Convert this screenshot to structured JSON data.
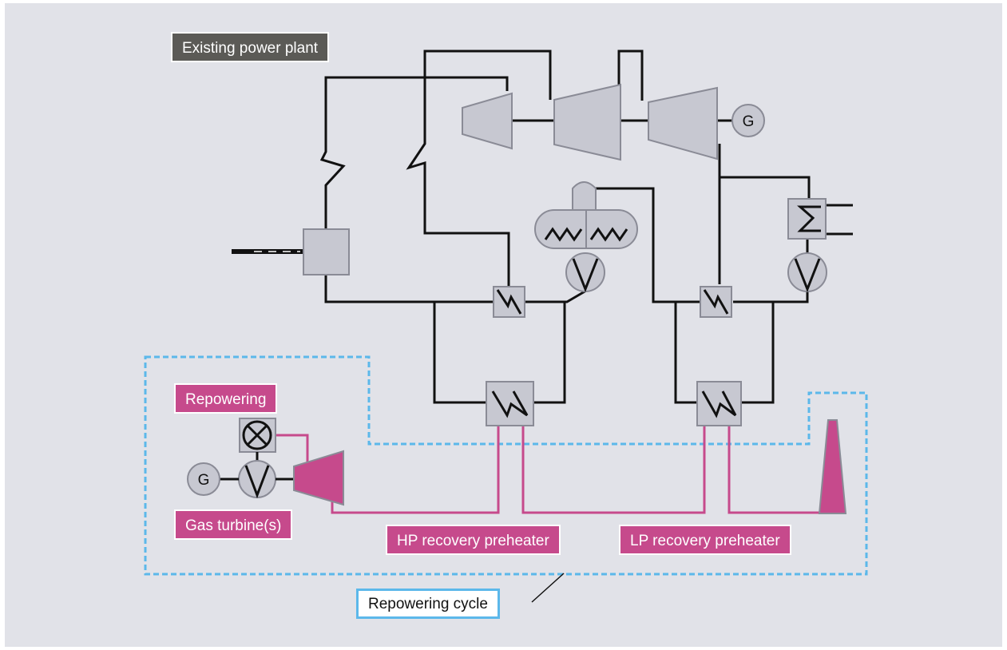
{
  "labels": {
    "existing_plant": "Existing power plant",
    "repowering": "Repowering",
    "gas_turbines": "Gas turbine(s)",
    "hp_preheater": "HP recovery preheater",
    "lp_preheater": "LP recovery preheater",
    "repowering_cycle": "Repowering cycle"
  },
  "generator_symbol": "G",
  "colors": {
    "background": "#e1e2e8",
    "component_fill": "#c7c8d1",
    "component_stroke": "#8a8b96",
    "pipe": "#111111",
    "repowering_pipe": "#c64a8c",
    "repowering_fill": "#c64a8c",
    "dashed_boundary": "#5cb8ea",
    "dark_label": "#5b5a56"
  },
  "icons": [
    "generator-icon",
    "turbine-icon",
    "pump-icon",
    "boiler-icon",
    "heat-exchanger-icon",
    "condenser-icon",
    "deaerator-icon",
    "combustion-chamber-icon",
    "stack-icon"
  ]
}
